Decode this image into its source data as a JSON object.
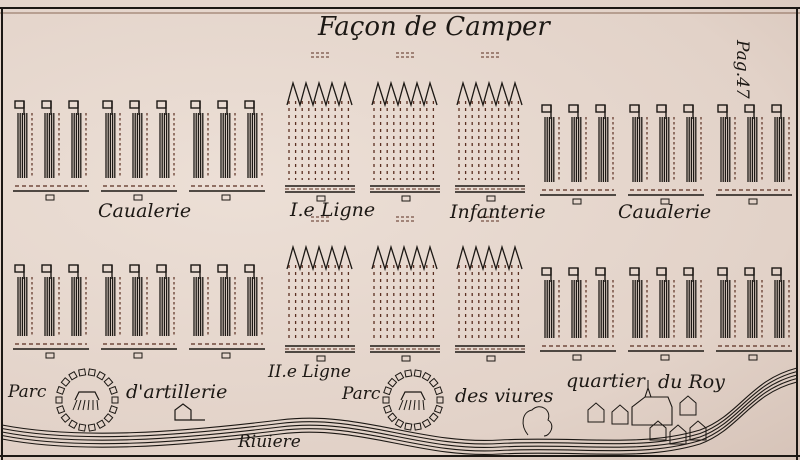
{
  "title": "Façon de Camper",
  "page_ref": "Pag.47",
  "colors": {
    "paper": "#e8dcd3",
    "ink": "#1c1814",
    "dash_ink": "#5a2e20"
  },
  "first_line": {
    "labels": {
      "left_cavalry": "Caualerie",
      "line": "I.e Ligne",
      "infantry": "Infanterie",
      "right_cavalry": "Caualerie"
    },
    "left_cavalry_squadrons": 9,
    "infantry_battalions": 3,
    "right_cavalry_squadrons": 9
  },
  "second_line": {
    "labels": {
      "line": "II.e Ligne"
    },
    "left_cavalry_squadrons": 9,
    "infantry_battalions": 3,
    "right_cavalry_squadrons": 9
  },
  "bottom": {
    "artillery_park_left": "Parc",
    "artillery_park_right": "d'artillerie",
    "supply_park_left": "Parc",
    "supply_park_right": "des viures",
    "royal_quarters": "quartier",
    "royal_quarters_2": "du Roy",
    "river": "Riuiere"
  }
}
